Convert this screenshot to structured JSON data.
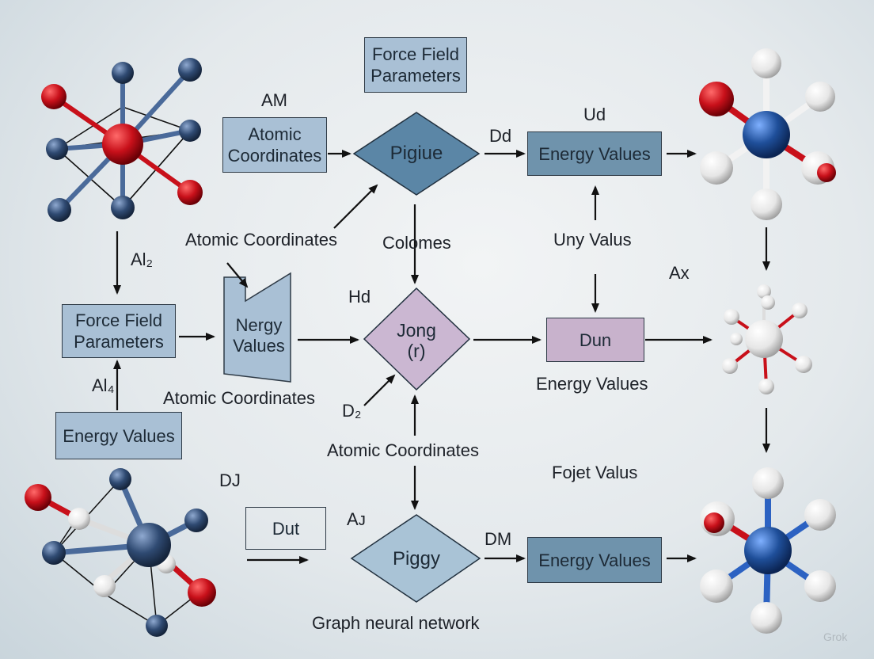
{
  "nodes": {
    "ff_top": "Force Field\nParameters",
    "atomic_top": "Atomic\nCoordinates",
    "pigiue": "Pigiue",
    "energy_top": "Energy Values",
    "ff_left": "Force Field\nParameters",
    "nergy": "Nergy\nValues",
    "jong": "Jong\n(r)",
    "dun": "Dun",
    "energy_left": "Energy Values",
    "dut": "Dut",
    "piggy": "Piggy",
    "energy_bottom": "Energy Values"
  },
  "labels": {
    "am": "AM",
    "ud": "Ud",
    "dd": "Dd",
    "atomic_coords_1": "Atomic Coordinates",
    "colomes": "Colomes",
    "uny_valus": "Uny Valus",
    "al2": "Al₂",
    "hd": "Hd",
    "ax": "Ax",
    "al4": "Al₄",
    "atomic_coords_2": "Atomic Coordinates",
    "energy_values_mid": "Energy Values",
    "d2": "D₂",
    "atomic_coords_3": "Atomic Coordinates",
    "fojet_valus": "Fojet Valus",
    "dj": "DJ",
    "ad": "Aᴊ",
    "dm": "DM",
    "gnn": "Graph neural network"
  },
  "watermark": "Grok",
  "colors": {
    "box_blue": "#a9c0d5",
    "box_steel": "#6f93ac",
    "diamond_steel": "#5b86a6",
    "diamond_lilac": "#c9b6d0",
    "box_lilac": "#c8b2cc",
    "atom_red": "#c8101a",
    "atom_blue": "#1f4f9a",
    "atom_white": "#f2f2f2",
    "atom_navy": "#2f4a72"
  }
}
